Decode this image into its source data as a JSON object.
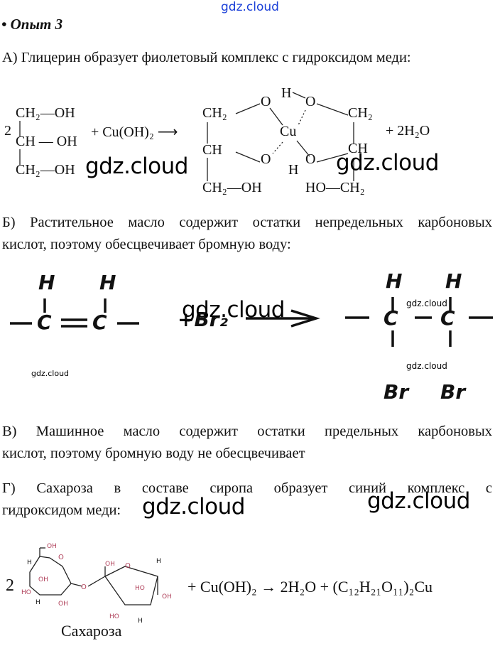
{
  "header": {
    "site_label": "gdz.cloud",
    "title": "• Опыт 3"
  },
  "section_a": {
    "text": "А) Глицерин образует фиолетовый комплекс с гидроксидом меди:",
    "equation": {
      "coef": "2",
      "r1": "CH₂—OH",
      "r2": "CH — OH",
      "r3": "CH₂—OH",
      "reagent": "+ Cu(OH)₂ ⟶",
      "p_l1": "CH₂",
      "p_l2": "CH",
      "p_l3": "CH₂—OH",
      "o1": "O",
      "o2": "O",
      "o3": "O",
      "o4": "O",
      "h1": "H",
      "h2": "H",
      "cu": "Cu",
      "p_r1": "CH₂",
      "p_r2": "CH",
      "p_r3": "HO—CH₂",
      "product": "+ 2H₂O"
    }
  },
  "section_b": {
    "line1": "Б) Растительное масло содержит остатки непредельных карбоновых",
    "line2": "кислот, поэтому обесцвечивает бромную воду:",
    "equation": {
      "h": "H",
      "c": "C",
      "reagent": "+Br₂",
      "br": "Br"
    }
  },
  "section_c": {
    "line1": "В) Машинное масло содержит остатки предельных карбоновых",
    "line2": "кислот, поэтому бромную воду не обесцвечивает"
  },
  "section_d": {
    "line1": "Г) Сахароза в составе сиропа образует синий комплекс с",
    "line2": "гидроксидом меди:",
    "equation": {
      "coef": "2",
      "rest": "+ Cu(OH)₂ → 2H₂O + (C₁₂H₂₁O₁₁)₂Cu",
      "caption": "Сахароза",
      "oh": "OH",
      "ho": "HO",
      "h": "H",
      "o": "O"
    }
  },
  "watermarks": {
    "big": "gdz.cloud",
    "small": "gdz.cloud"
  }
}
